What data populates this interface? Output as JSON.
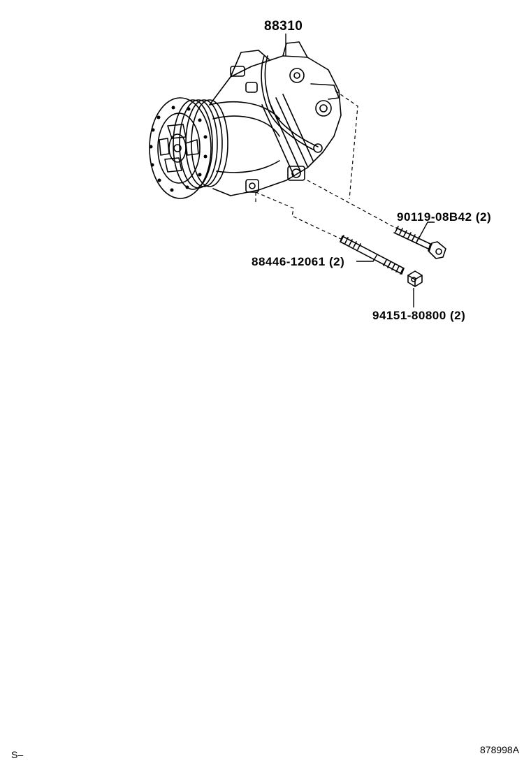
{
  "parts": {
    "compressor": {
      "number": "88310"
    },
    "bolt": {
      "number": "90119-08B42",
      "qty": "(2)"
    },
    "stud": {
      "number": "88446-12061",
      "qty": "(2)"
    },
    "nut": {
      "number": "94151-80800",
      "qty": "(2)"
    }
  },
  "footer": {
    "left_code": "S–",
    "right_code": "878998A"
  }
}
